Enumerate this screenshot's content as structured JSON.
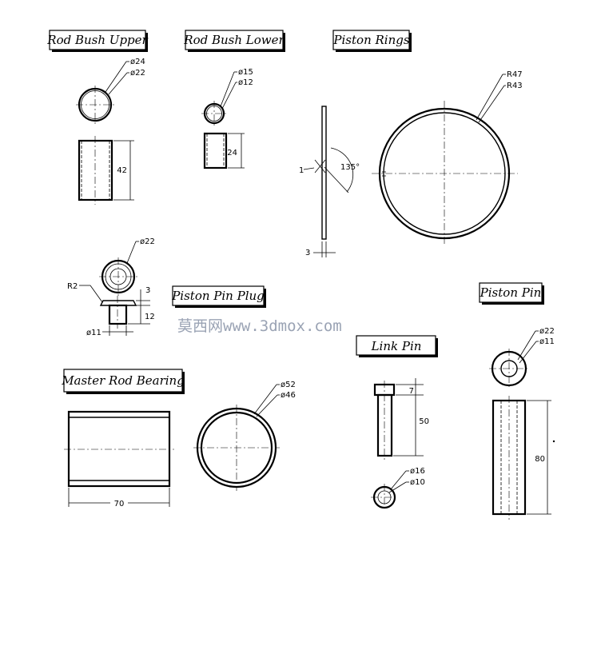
{
  "titles": {
    "rod_bush_upper": "Rod Bush Upper",
    "rod_bush_lower": "Rod Bush Lower",
    "piston_rings": "Piston Rings",
    "piston_pin_plug": "Piston Pin Plug",
    "piston_pin": "Piston Pin",
    "link_pin": "Link Pin",
    "master_rod_bearing": "Master Rod Bearing"
  },
  "dims": {
    "rbu_d1": "ø24",
    "rbu_d2": "ø22",
    "rbu_len": "42",
    "rbl_d1": "ø15",
    "rbl_d2": "ø12",
    "rbl_len": "24",
    "pr_r1": "R47",
    "pr_r2": "R43",
    "pr_angle": "135°",
    "pr_gap": "1",
    "pr_thick": "3",
    "ppp_d": "ø22",
    "ppp_r": "R2",
    "ppp_h1": "3",
    "ppp_h2": "12",
    "ppp_d2": "ø11",
    "pp_d1": "ø22",
    "pp_d2": "ø11",
    "pp_len": "80",
    "lp_head": "7",
    "lp_len": "50",
    "lp_d1": "ø16",
    "lp_d2": "ø10",
    "mrb_d1": "ø52",
    "mrb_d2": "ø46",
    "mrb_len": "70"
  },
  "watermark": "莫西网www.3dmox.com"
}
